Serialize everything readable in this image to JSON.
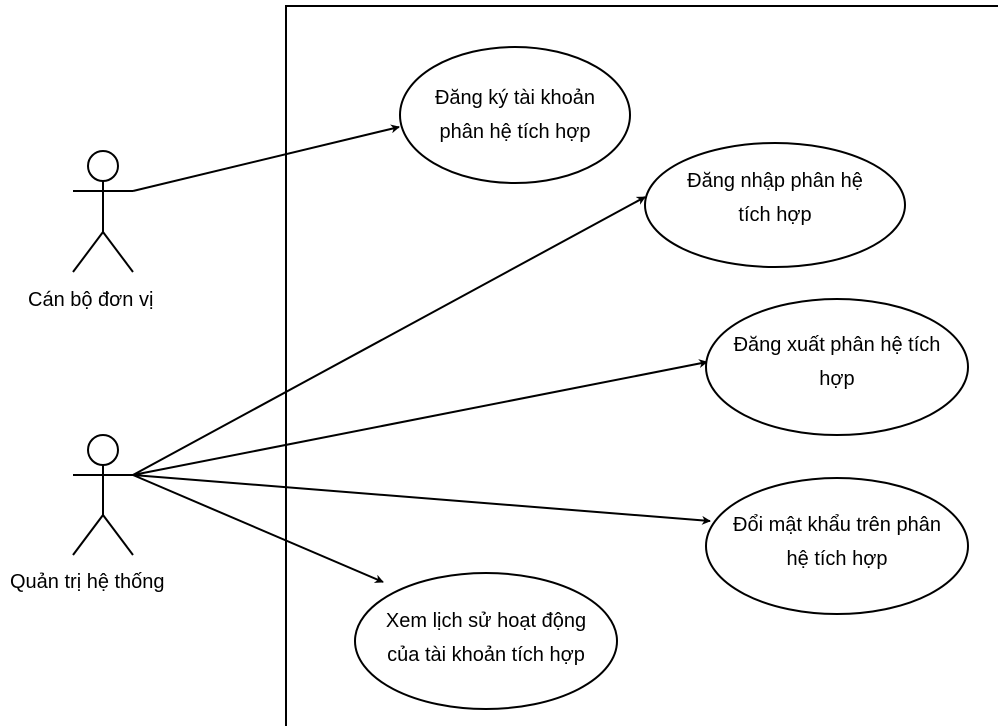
{
  "actors": [
    {
      "id": "can-bo",
      "label": "Cán bộ đơn vị"
    },
    {
      "id": "quan-tri",
      "label": "Quản trị hệ thống"
    }
  ],
  "use_cases": [
    {
      "id": "dang-ky",
      "label": "Đăng ký tài khoản\nphân hệ  tích hợp"
    },
    {
      "id": "dang-nhap",
      "label": "Đăng nhập phân hệ\ntích hợp"
    },
    {
      "id": "dang-xuat",
      "label": "Đăng xuất phân hệ  tích\nhợp"
    },
    {
      "id": "doi-mat-khau",
      "label": "Đổi mật khẩu trên phân\nhệ tích hợp"
    },
    {
      "id": "xem-lich-su",
      "label": "Xem lịch sử hoạt động\ncủa tài khoản tích hợp"
    }
  ],
  "associations": [
    {
      "from": "can-bo",
      "to": "dang-ky"
    },
    {
      "from": "quan-tri",
      "to": "dang-nhap"
    },
    {
      "from": "quan-tri",
      "to": "dang-xuat"
    },
    {
      "from": "quan-tri",
      "to": "doi-mat-khau"
    },
    {
      "from": "quan-tri",
      "to": "xem-lich-su"
    }
  ],
  "colors": {
    "stroke": "#000000",
    "fill": "#ffffff"
  }
}
